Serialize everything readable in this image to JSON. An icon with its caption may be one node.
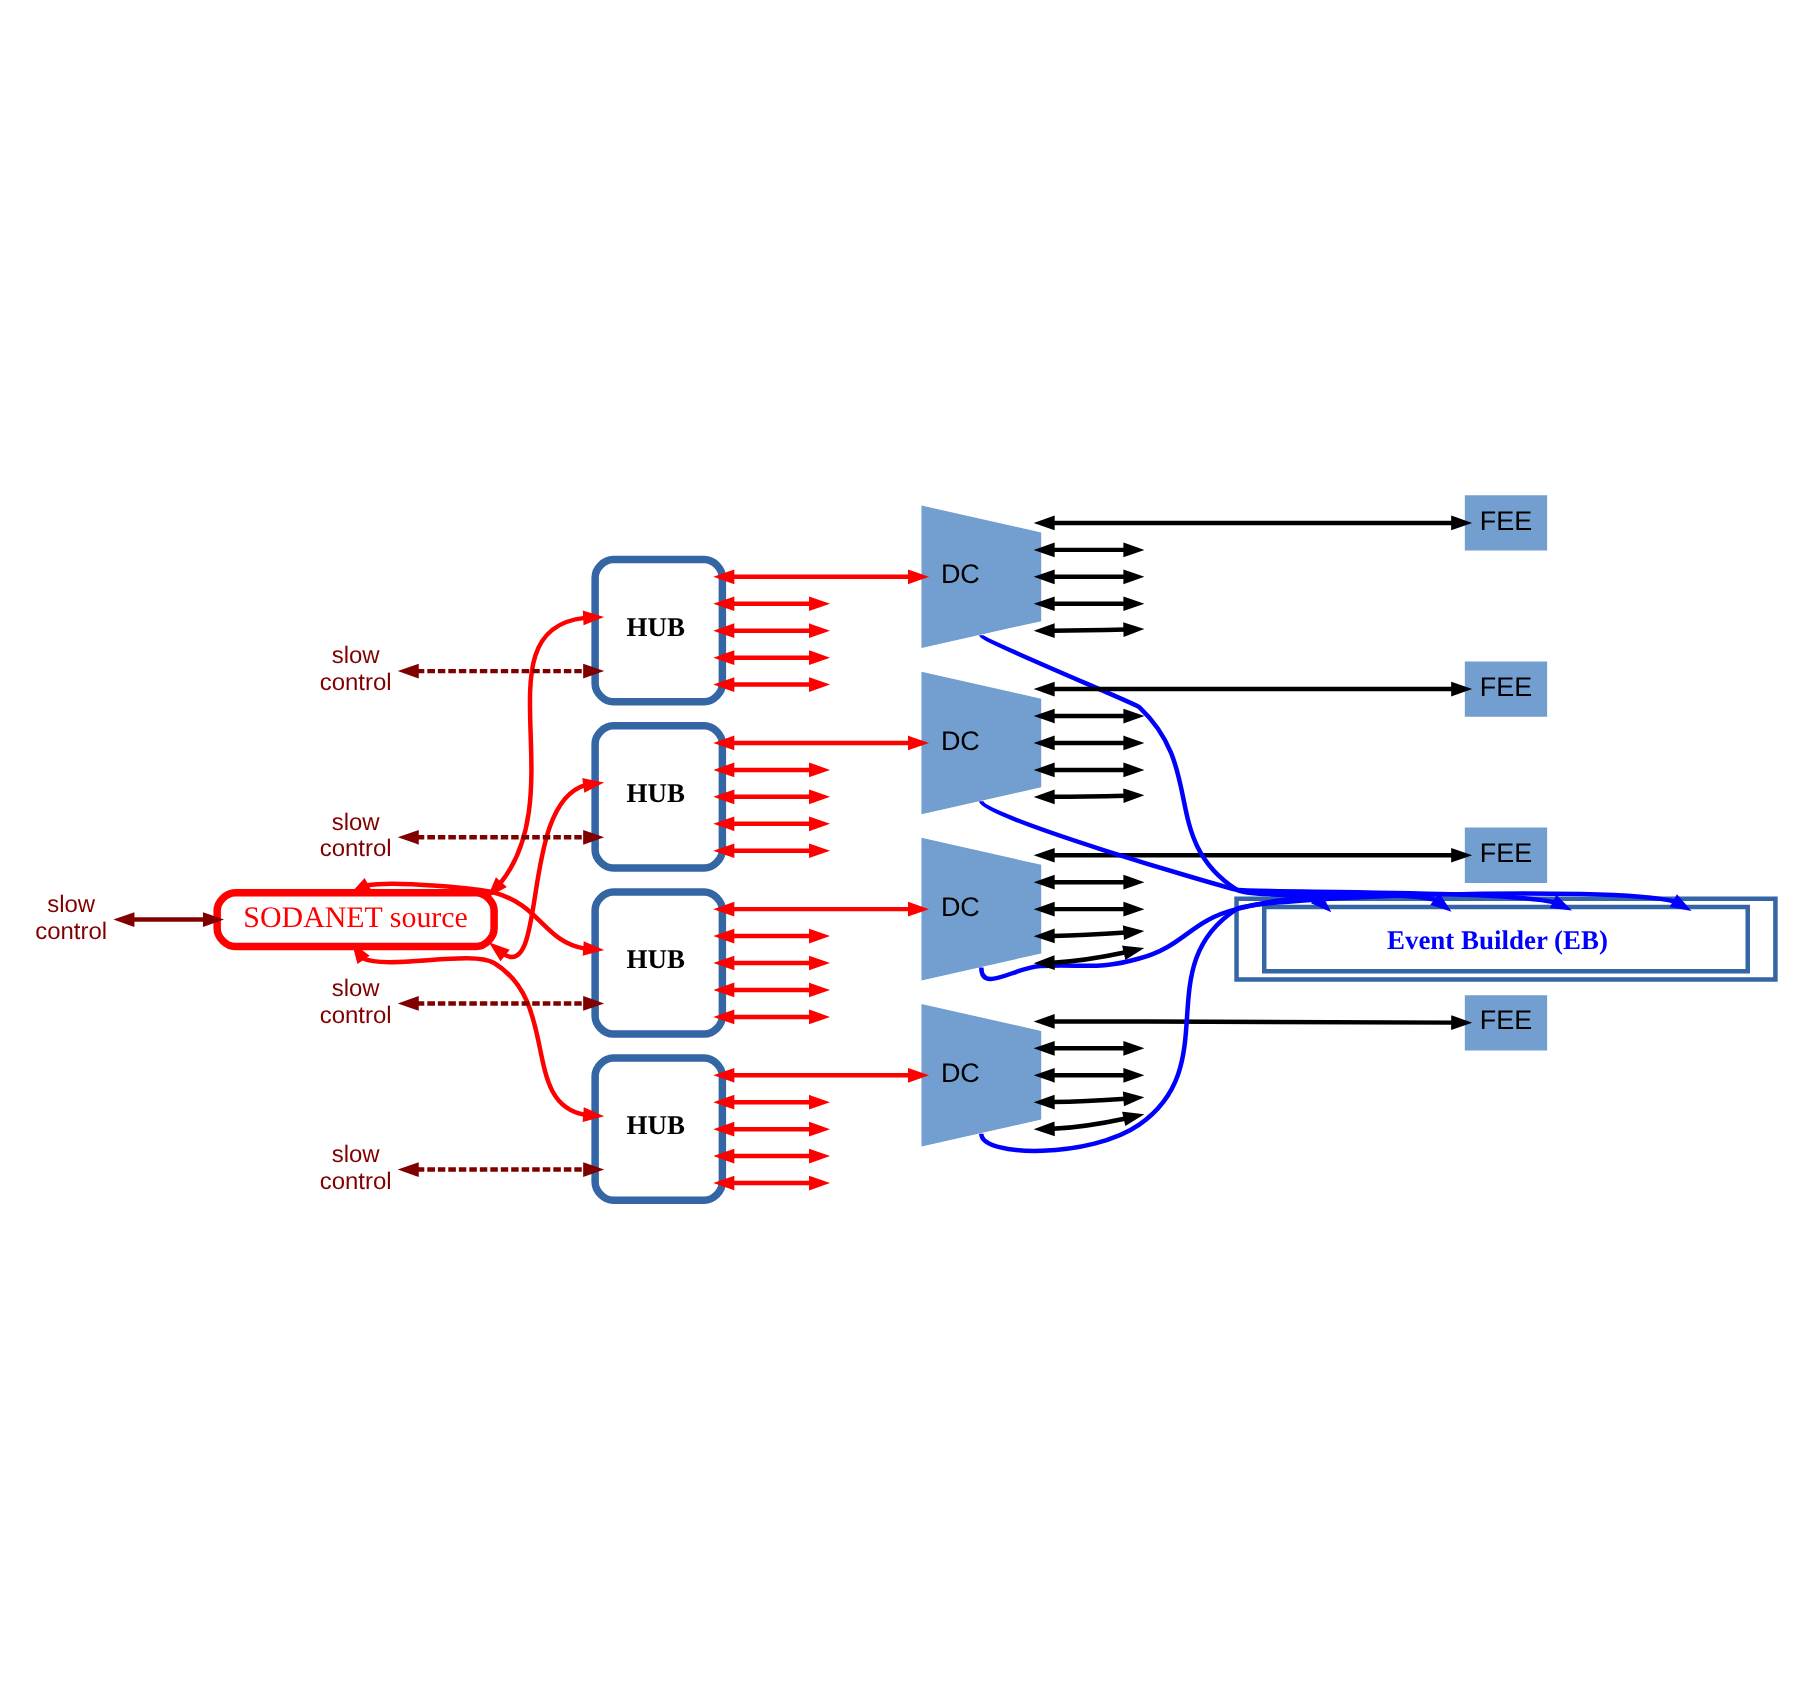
{
  "diagram": {
    "nodes": [
      {
        "text": [
          "SODANET source"
        ]
      },
      {
        "text": [
          "slow",
          "control"
        ]
      },
      {
        "text": [
          "HUB"
        ]
      },
      {
        "text": [
          "HUB"
        ]
      },
      {
        "text": [
          "HUB"
        ]
      },
      {
        "text": [
          "HUB"
        ]
      },
      {
        "text": [
          "slow",
          "control"
        ]
      },
      {
        "text": [
          "slow",
          "control"
        ]
      },
      {
        "text": [
          "slow",
          "control"
        ]
      },
      {
        "text": [
          "slow",
          "control"
        ]
      },
      {
        "text": [
          "DC"
        ]
      },
      {
        "text": [
          "DC"
        ]
      },
      {
        "text": [
          "DC"
        ]
      },
      {
        "text": [
          "DC"
        ]
      },
      {
        "text": [
          "FEE"
        ]
      },
      {
        "text": [
          "FEE"
        ]
      },
      {
        "text": [
          "FEE"
        ]
      },
      {
        "text": [
          "FEE"
        ]
      },
      {
        "text": [
          "Event Builder (EB)"
        ]
      }
    ],
    "edges": [
      {
        "from": 1,
        "to": 0,
        "arrow": "both",
        "color": "#800000"
      },
      {
        "from": 0,
        "to": 2,
        "arrow": "both"
      },
      {
        "from": 0,
        "to": 3,
        "arrow": "both"
      },
      {
        "from": 0,
        "to": 4,
        "arrow": "both"
      },
      {
        "from": 0,
        "to": 5,
        "arrow": "both"
      },
      {
        "from": 6,
        "to": 2,
        "arrow": "both",
        "style": "dashed",
        "color": "#800000"
      },
      {
        "from": 7,
        "to": 3,
        "arrow": "both",
        "style": "dashed",
        "color": "#800000"
      },
      {
        "from": 8,
        "to": 4,
        "arrow": "both",
        "style": "dashed",
        "color": "#800000"
      },
      {
        "from": 9,
        "to": 5,
        "arrow": "both",
        "style": "dashed",
        "color": "#800000"
      },
      {
        "from": 2,
        "to": 10,
        "arrow": "both"
      },
      {
        "from": 2,
        "to": null,
        "arrow": "both"
      },
      {
        "from": 2,
        "to": null,
        "arrow": "both"
      },
      {
        "from": 2,
        "to": null,
        "arrow": "both"
      },
      {
        "from": 2,
        "to": null,
        "arrow": "both"
      },
      {
        "from": 3,
        "to": 11,
        "arrow": "both"
      },
      {
        "from": 3,
        "to": null,
        "arrow": "both"
      },
      {
        "from": 3,
        "to": null,
        "arrow": "both"
      },
      {
        "from": 3,
        "to": null,
        "arrow": "both"
      },
      {
        "from": 3,
        "to": null,
        "arrow": "both"
      },
      {
        "from": 4,
        "to": 12,
        "arrow": "both"
      },
      {
        "from": 4,
        "to": null,
        "arrow": "both"
      },
      {
        "from": 4,
        "to": null,
        "arrow": "both"
      },
      {
        "from": 4,
        "to": null,
        "arrow": "both"
      },
      {
        "from": 4,
        "to": null,
        "arrow": "both"
      },
      {
        "from": 5,
        "to": 13,
        "arrow": "both"
      },
      {
        "from": 5,
        "to": null,
        "arrow": "both"
      },
      {
        "from": 5,
        "to": null,
        "arrow": "both"
      },
      {
        "from": 5,
        "to": null,
        "arrow": "both"
      },
      {
        "from": 5,
        "to": null,
        "arrow": "both"
      },
      {
        "from": 10,
        "to": 14,
        "arrow": "both",
        "color": "#000000"
      },
      {
        "from": 10,
        "to": null,
        "arrow": "both",
        "color": "#000000"
      },
      {
        "from": 10,
        "to": null,
        "arrow": "both",
        "color": "#000000"
      },
      {
        "from": 10,
        "to": null,
        "arrow": "both",
        "color": "#000000"
      },
      {
        "from": 10,
        "to": null,
        "arrow": "both",
        "color": "#000000"
      },
      {
        "from": 11,
        "to": 15,
        "arrow": "both",
        "color": "#000000"
      },
      {
        "from": 11,
        "to": null,
        "arrow": "both",
        "color": "#000000"
      },
      {
        "from": 11,
        "to": null,
        "arrow": "both",
        "color": "#000000"
      },
      {
        "from": 11,
        "to": null,
        "arrow": "both",
        "color": "#000000"
      },
      {
        "from": 11,
        "to": null,
        "arrow": "both",
        "color": "#000000"
      },
      {
        "from": 12,
        "to": 16,
        "arrow": "both",
        "color": "#000000"
      },
      {
        "from": 12,
        "to": null,
        "arrow": "both",
        "color": "#000000"
      },
      {
        "from": 12,
        "to": null,
        "arrow": "both",
        "color": "#000000"
      },
      {
        "from": 12,
        "to": null,
        "arrow": "both",
        "color": "#000000"
      },
      {
        "from": 12,
        "to": null,
        "arrow": "both",
        "color": "#000000"
      },
      {
        "from": 13,
        "to": 17,
        "arrow": "both",
        "color": "#000000"
      },
      {
        "from": 13,
        "to": null,
        "arrow": "both",
        "color": "#000000"
      },
      {
        "from": 13,
        "to": null,
        "arrow": "both",
        "color": "#000000"
      },
      {
        "from": 13,
        "to": null,
        "arrow": "both",
        "color": "#000000"
      },
      {
        "from": 13,
        "to": null,
        "arrow": "both",
        "color": "#000000"
      },
      {
        "from": 10,
        "to": 18,
        "arrow": "to",
        "color": "#0000ff"
      },
      {
        "from": 11,
        "to": 18,
        "arrow": "to",
        "color": "#0000ff"
      },
      {
        "from": 12,
        "to": 18,
        "arrow": "to",
        "color": "#0000ff"
      },
      {
        "from": 13,
        "to": 18,
        "arrow": "to",
        "color": "#0000ff"
      }
    ]
  }
}
